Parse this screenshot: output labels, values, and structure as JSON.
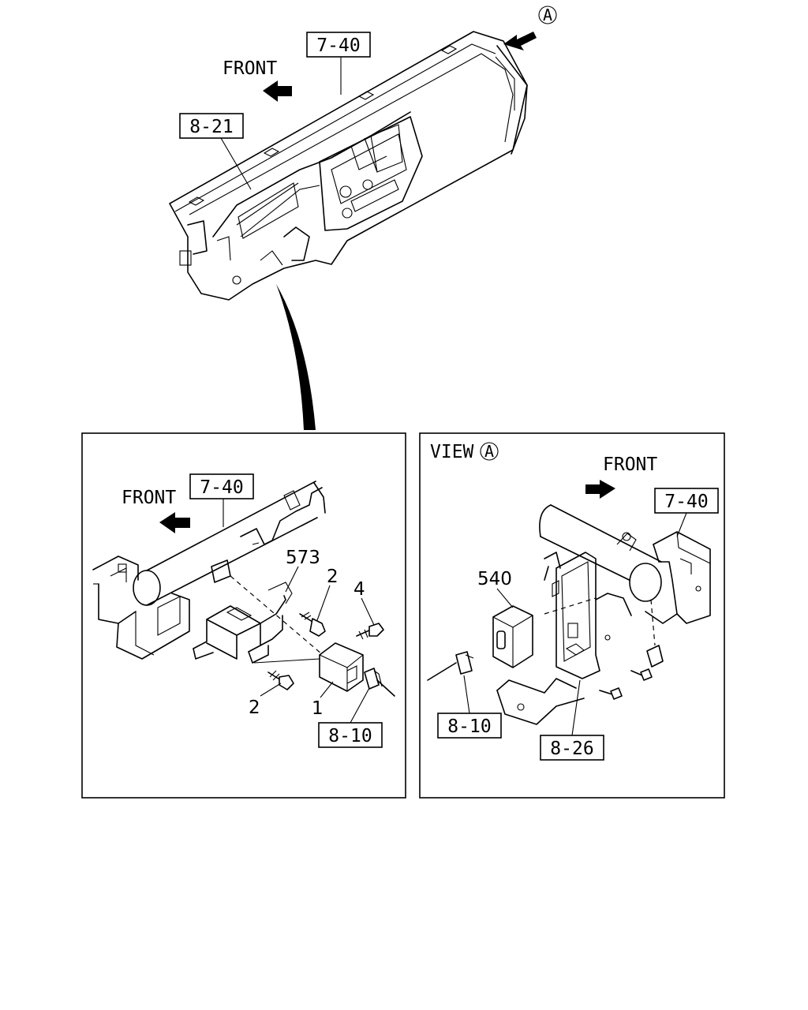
{
  "overview": {
    "front_label": "FRONT",
    "view_marker": "A",
    "ref_main": "7-40",
    "ref_meter": "8-21"
  },
  "left_detail": {
    "front_label": "FRONT",
    "ref_main": "7-40",
    "ref_connector": "8-10",
    "callouts": [
      "573",
      "2",
      "4",
      "2",
      "1"
    ]
  },
  "right_detail": {
    "view_prefix": "VIEW",
    "view_marker": "A",
    "front_label": "FRONT",
    "ref_main": "7-40",
    "ref_connector": "8-10",
    "ref_bracket": "8-26",
    "callouts": [
      "540"
    ]
  }
}
